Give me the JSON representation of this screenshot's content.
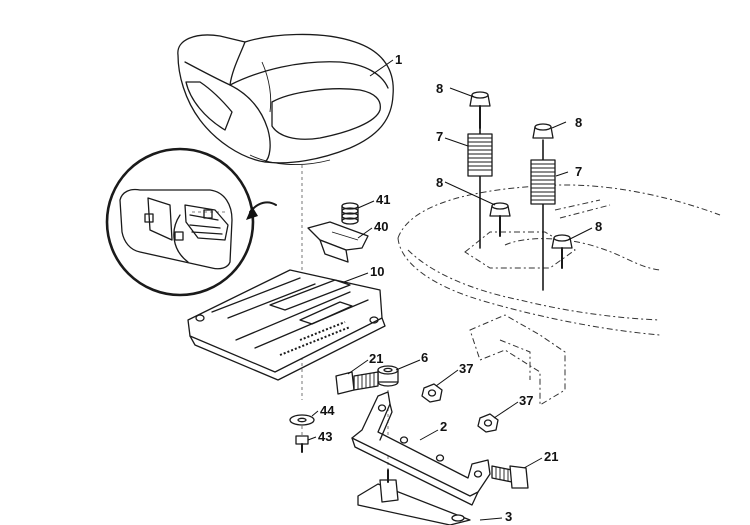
{
  "diagram": {
    "callouts": [
      {
        "id": "seat",
        "text": "1"
      },
      {
        "id": "bolt-top-left",
        "text": "8"
      },
      {
        "id": "bolt-top-right",
        "text": "8"
      },
      {
        "id": "bolt-mid-left",
        "text": "8"
      },
      {
        "id": "bolt-mid-right",
        "text": "8"
      },
      {
        "id": "spring-left",
        "text": "7"
      },
      {
        "id": "spring-right",
        "text": "7"
      },
      {
        "id": "small-spring",
        "text": "41"
      },
      {
        "id": "latch-bracket",
        "text": "40"
      },
      {
        "id": "seat-pan",
        "text": "10"
      },
      {
        "id": "bolt-21-left",
        "text": "21"
      },
      {
        "id": "bushing",
        "text": "6"
      },
      {
        "id": "nut-left",
        "text": "37"
      },
      {
        "id": "nut-right",
        "text": "37"
      },
      {
        "id": "washer",
        "text": "44"
      },
      {
        "id": "screw",
        "text": "43"
      },
      {
        "id": "bracket",
        "text": "2"
      },
      {
        "id": "bolt-21-right",
        "text": "21"
      },
      {
        "id": "rod",
        "text": "3"
      }
    ]
  }
}
